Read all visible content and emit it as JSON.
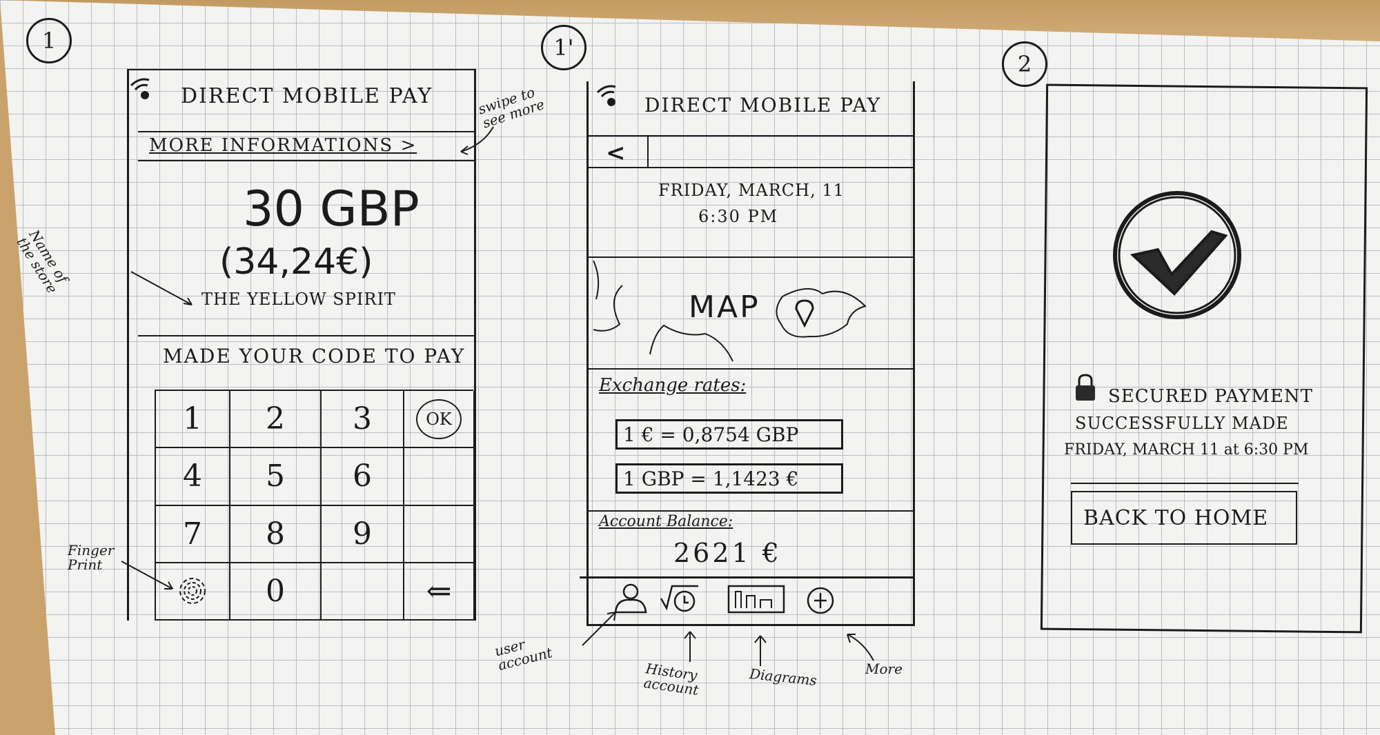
{
  "markers": {
    "screen1": "1",
    "screen1b": "1'",
    "screen2": "2"
  },
  "screen1": {
    "app_title": "DIRECT MOBILE PAY",
    "more_info": "MORE INFORMATIONS >",
    "amount": "30 GBP",
    "amount_eur": "(34,24€)",
    "store_name": "THE YELLOW SPIRIT",
    "code_prompt": "MADE YOUR CODE TO PAY",
    "keys": [
      "1",
      "2",
      "3",
      "OK",
      "4",
      "5",
      "6",
      "",
      "7",
      "8",
      "9",
      "",
      "",
      "0",
      "",
      "⇐"
    ]
  },
  "screen1b": {
    "app_title": "DIRECT MOBILE PAY",
    "back": "<",
    "date": "FRIDAY, MARCH, 11",
    "time": "6:30 PM",
    "map_label": "MAP",
    "exchange_title": "Exchange rates:",
    "rates": [
      "1 € = 0,8754 GBP",
      "1 GBP = 1,1423 €"
    ],
    "balance_title": "Account Balance:",
    "balance": "2621 €"
  },
  "screen2": {
    "secured": "SECURED PAYMENT",
    "success": "SUCCESSFULLY MADE",
    "datetime": "FRIDAY, MARCH 11 at 6:30 PM",
    "back_home": "BACK TO HOME"
  },
  "annotations": {
    "swipe": "swipe to see more",
    "store": "Name of the store",
    "finger": "Finger Print",
    "user": "user account",
    "history": "History account",
    "diagrams": "Diagrams",
    "more": "More"
  }
}
